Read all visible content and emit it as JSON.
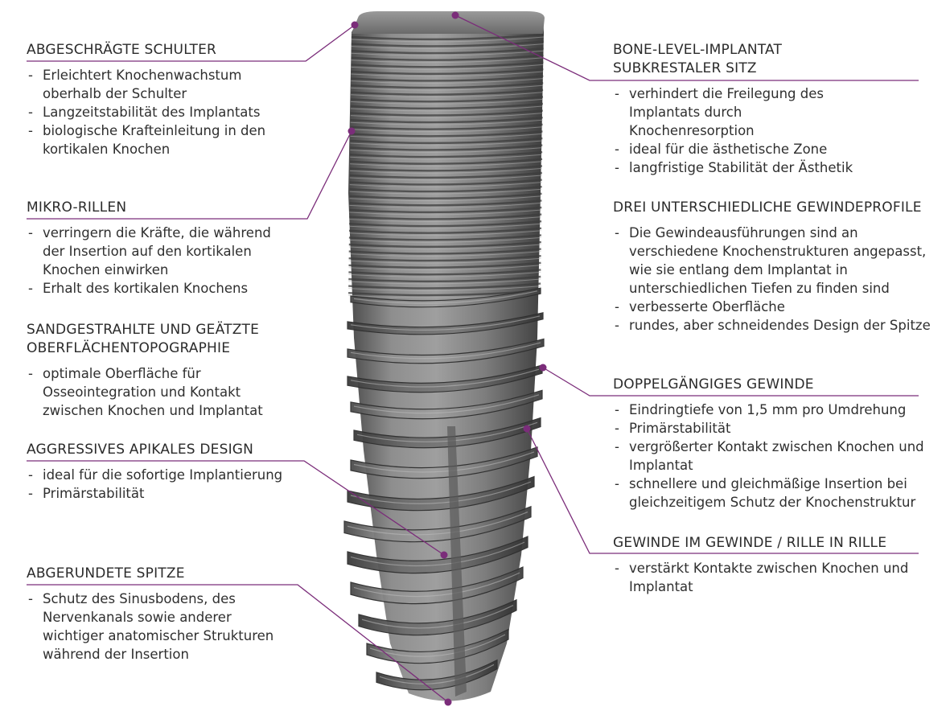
{
  "colors": {
    "leader": "#7b2d7a",
    "dot": "#7b2d7a",
    "implant": "#6f6f6f"
  },
  "left": [
    {
      "heading": "ABGESCHRÄGTE SCHULTER",
      "items": [
        "Erleichtert Knochenwachstum oberhalb der Schulter",
        "Langzeitstabilität des Implantats",
        "biologische Krafteinleitung in den kortikalen Knochen"
      ]
    },
    {
      "heading": "MIKRO-RILLEN",
      "items": [
        "verringern die Kräfte, die während der Insertion auf den kortikalen Knochen einwirken",
        "Erhalt des kortikalen Knochens"
      ]
    },
    {
      "heading": "SANDGESTRAHLTE UND GEÄTZTE OBERFLÄCHENTOPOGRAPHIE",
      "items": [
        "optimale Oberfläche für Osseointegration und Kontakt zwischen Knochen und Implantat"
      ]
    },
    {
      "heading": "AGGRESSIVES APIKALES DESIGN",
      "items": [
        "ideal für die sofortige Implantierung",
        "Primärstabilität"
      ]
    },
    {
      "heading": "ABGERUNDETE SPITZE",
      "items": [
        "Schutz des Sinusbodens, des Nervenkanals sowie anderer wichtiger anatomischer Strukturen während der Insertion"
      ]
    }
  ],
  "right": [
    {
      "heading": "BONE-LEVEL-IMPLANTAT SUBKRESTALER SITZ",
      "items": [
        "verhindert die Freilegung des Implantats durch Knochenresorption",
        "ideal für die ästhetische Zone",
        "langfristige Stabilität der Ästhetik"
      ]
    },
    {
      "heading": "DREI UNTERSCHIEDLICHE GEWINDEPROFILE",
      "items": [
        "Die Gewindeausführungen sind an verschiedene Knochenstrukturen angepasst, wie sie entlang dem Implantat in unterschiedlichen Tiefen zu finden sind",
        "verbesserte Oberfläche",
        "rundes, aber schneidendes Design der Spitze"
      ]
    },
    {
      "heading": "DOPPELGÄNGIGES GEWINDE",
      "items": [
        "Eindringtiefe von 1,5 mm pro Umdrehung",
        "Primärstabilität",
        "vergrößerter Kontakt zwischen Knochen und Implantat",
        "schnellere und gleichmäßige Insertion bei gleichzeitigem Schutz der Knochenstruktur"
      ]
    },
    {
      "heading": "GEWINDE IM GEWINDE / RILLE IN RILLE",
      "items": [
        "verstärkt Kontakte zwischen Knochen und Implantat"
      ]
    }
  ]
}
